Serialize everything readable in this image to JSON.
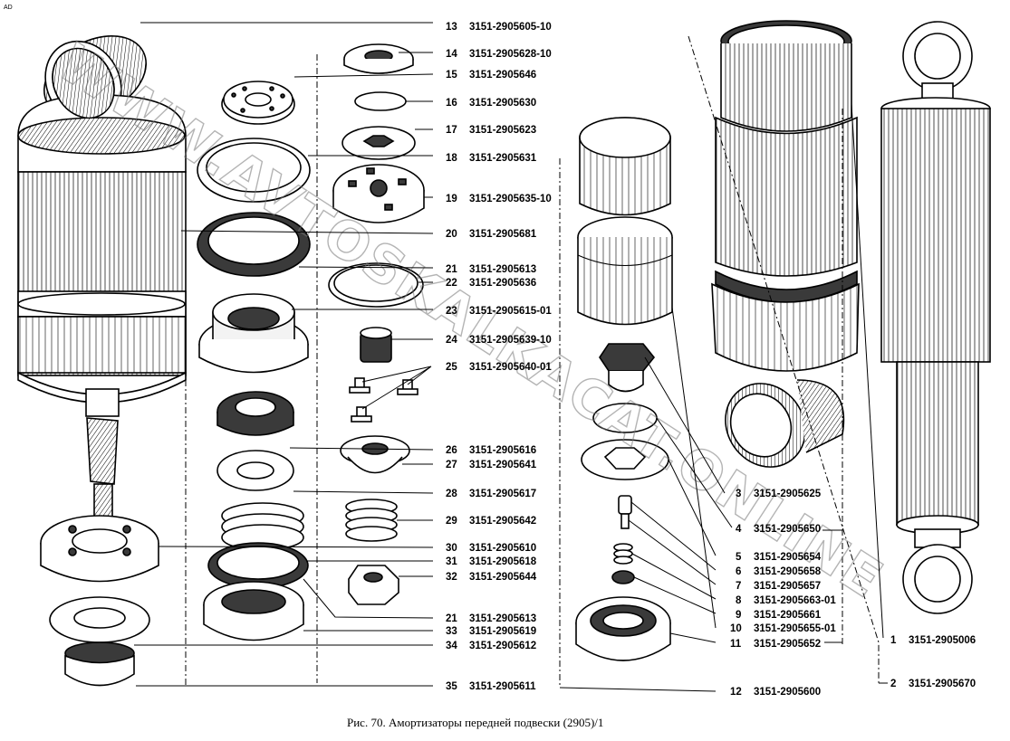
{
  "corner_mark": "AD",
  "caption": "Рис. 70. Амортизаторы передней подвески (2905)/1",
  "watermark": "WWW.AVTOSKALKACAT.ONLINE",
  "callouts": [
    {
      "num": "13",
      "code": "3151-2905605-10"
    },
    {
      "num": "14",
      "code": "3151-2905628-10"
    },
    {
      "num": "15",
      "code": "3151-2905646"
    },
    {
      "num": "16",
      "code": "3151-2905630"
    },
    {
      "num": "17",
      "code": "3151-2905623"
    },
    {
      "num": "18",
      "code": "3151-2905631"
    },
    {
      "num": "19",
      "code": "3151-2905635-10"
    },
    {
      "num": "20",
      "code": "3151-2905681"
    },
    {
      "num": "21",
      "code": "3151-2905613"
    },
    {
      "num": "22",
      "code": "3151-2905636"
    },
    {
      "num": "23",
      "code": "3151-2905615-01"
    },
    {
      "num": "24",
      "code": "3151-2905639-10"
    },
    {
      "num": "25",
      "code": "3151-2905640-01"
    },
    {
      "num": "26",
      "code": "3151-2905616"
    },
    {
      "num": "27",
      "code": "3151-2905641"
    },
    {
      "num": "28",
      "code": "3151-2905617"
    },
    {
      "num": "29",
      "code": "3151-2905642"
    },
    {
      "num": "30",
      "code": "3151-2905610"
    },
    {
      "num": "31",
      "code": "3151-2905618"
    },
    {
      "num": "32",
      "code": "3151-2905644"
    },
    {
      "num": "21",
      "code": "3151-2905613"
    },
    {
      "num": "33",
      "code": "3151-2905619"
    },
    {
      "num": "34",
      "code": "3151-2905612"
    },
    {
      "num": "35",
      "code": "3151-2905611"
    },
    {
      "num": "3",
      "code": "3151-2905625"
    },
    {
      "num": "4",
      "code": "3151-2905650"
    },
    {
      "num": "5",
      "code": "3151-2905654"
    },
    {
      "num": "6",
      "code": "3151-2905658"
    },
    {
      "num": "7",
      "code": "3151-2905657"
    },
    {
      "num": "8",
      "code": "3151-2905663-01"
    },
    {
      "num": "9",
      "code": "3151-2905661"
    },
    {
      "num": "10",
      "code": "3151-2905655-01"
    },
    {
      "num": "11",
      "code": "3151-2905652"
    },
    {
      "num": "12",
      "code": "3151-2905600"
    },
    {
      "num": "1",
      "code": "3151-2905006"
    },
    {
      "num": "2",
      "code": "3151-2905670"
    }
  ]
}
